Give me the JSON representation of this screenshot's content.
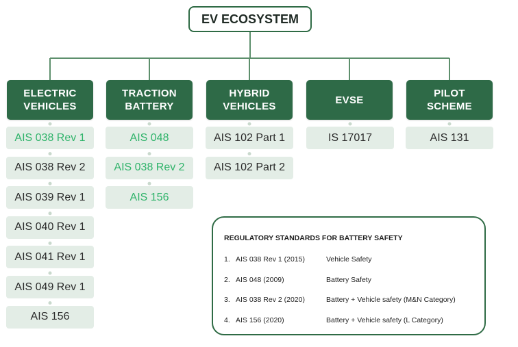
{
  "root": {
    "title": "EV ECOSYSTEM"
  },
  "colors": {
    "header_fill": "#2e6a47",
    "chip_fill": "#e3ede6",
    "highlight_text": "#2fb36a",
    "connector": "#5d8f6c"
  },
  "columns": [
    {
      "header": "ELECTRIC\nVEHICLES",
      "items": [
        {
          "label": "AIS 038 Rev 1",
          "highlight": true
        },
        {
          "label": "AIS 038 Rev 2",
          "highlight": false
        },
        {
          "label": "AIS 039 Rev 1",
          "highlight": false
        },
        {
          "label": "AIS 040 Rev 1",
          "highlight": false
        },
        {
          "label": "AIS 041 Rev 1",
          "highlight": false
        },
        {
          "label": "AIS 049 Rev 1",
          "highlight": false
        },
        {
          "label": "AIS 156",
          "highlight": false
        }
      ]
    },
    {
      "header": "TRACTION\nBATTERY",
      "items": [
        {
          "label": "AIS 048",
          "highlight": true
        },
        {
          "label": "AIS 038 Rev 2",
          "highlight": true
        },
        {
          "label": "AIS 156",
          "highlight": true
        }
      ]
    },
    {
      "header": "HYBRID\nVEHICLES",
      "items": [
        {
          "label": "AIS 102 Part 1",
          "highlight": false
        },
        {
          "label": "AIS 102 Part 2",
          "highlight": false
        }
      ]
    },
    {
      "header": "EVSE",
      "items": [
        {
          "label": "IS 17017",
          "highlight": false
        }
      ]
    },
    {
      "header": "PILOT\nSCHEME",
      "items": [
        {
          "label": "AIS 131",
          "highlight": false
        }
      ]
    }
  ],
  "panel": {
    "title": "REGULATORY STANDARDS FOR BATTERY SAFETY",
    "rows": [
      {
        "num": "1.",
        "standard": "AIS 038 Rev 1 (2015)",
        "description": "Vehicle Safety"
      },
      {
        "num": "2.",
        "standard": "AIS 048 (2009)",
        "description": "Battery Safety"
      },
      {
        "num": "3.",
        "standard": "AIS 038 Rev 2 (2020)",
        "description": "Battery + Vehicle safety (M&N Category)"
      },
      {
        "num": "4.",
        "standard": "AIS 156 (2020)",
        "description": "Battery + Vehicle safety (L Category)"
      }
    ]
  }
}
